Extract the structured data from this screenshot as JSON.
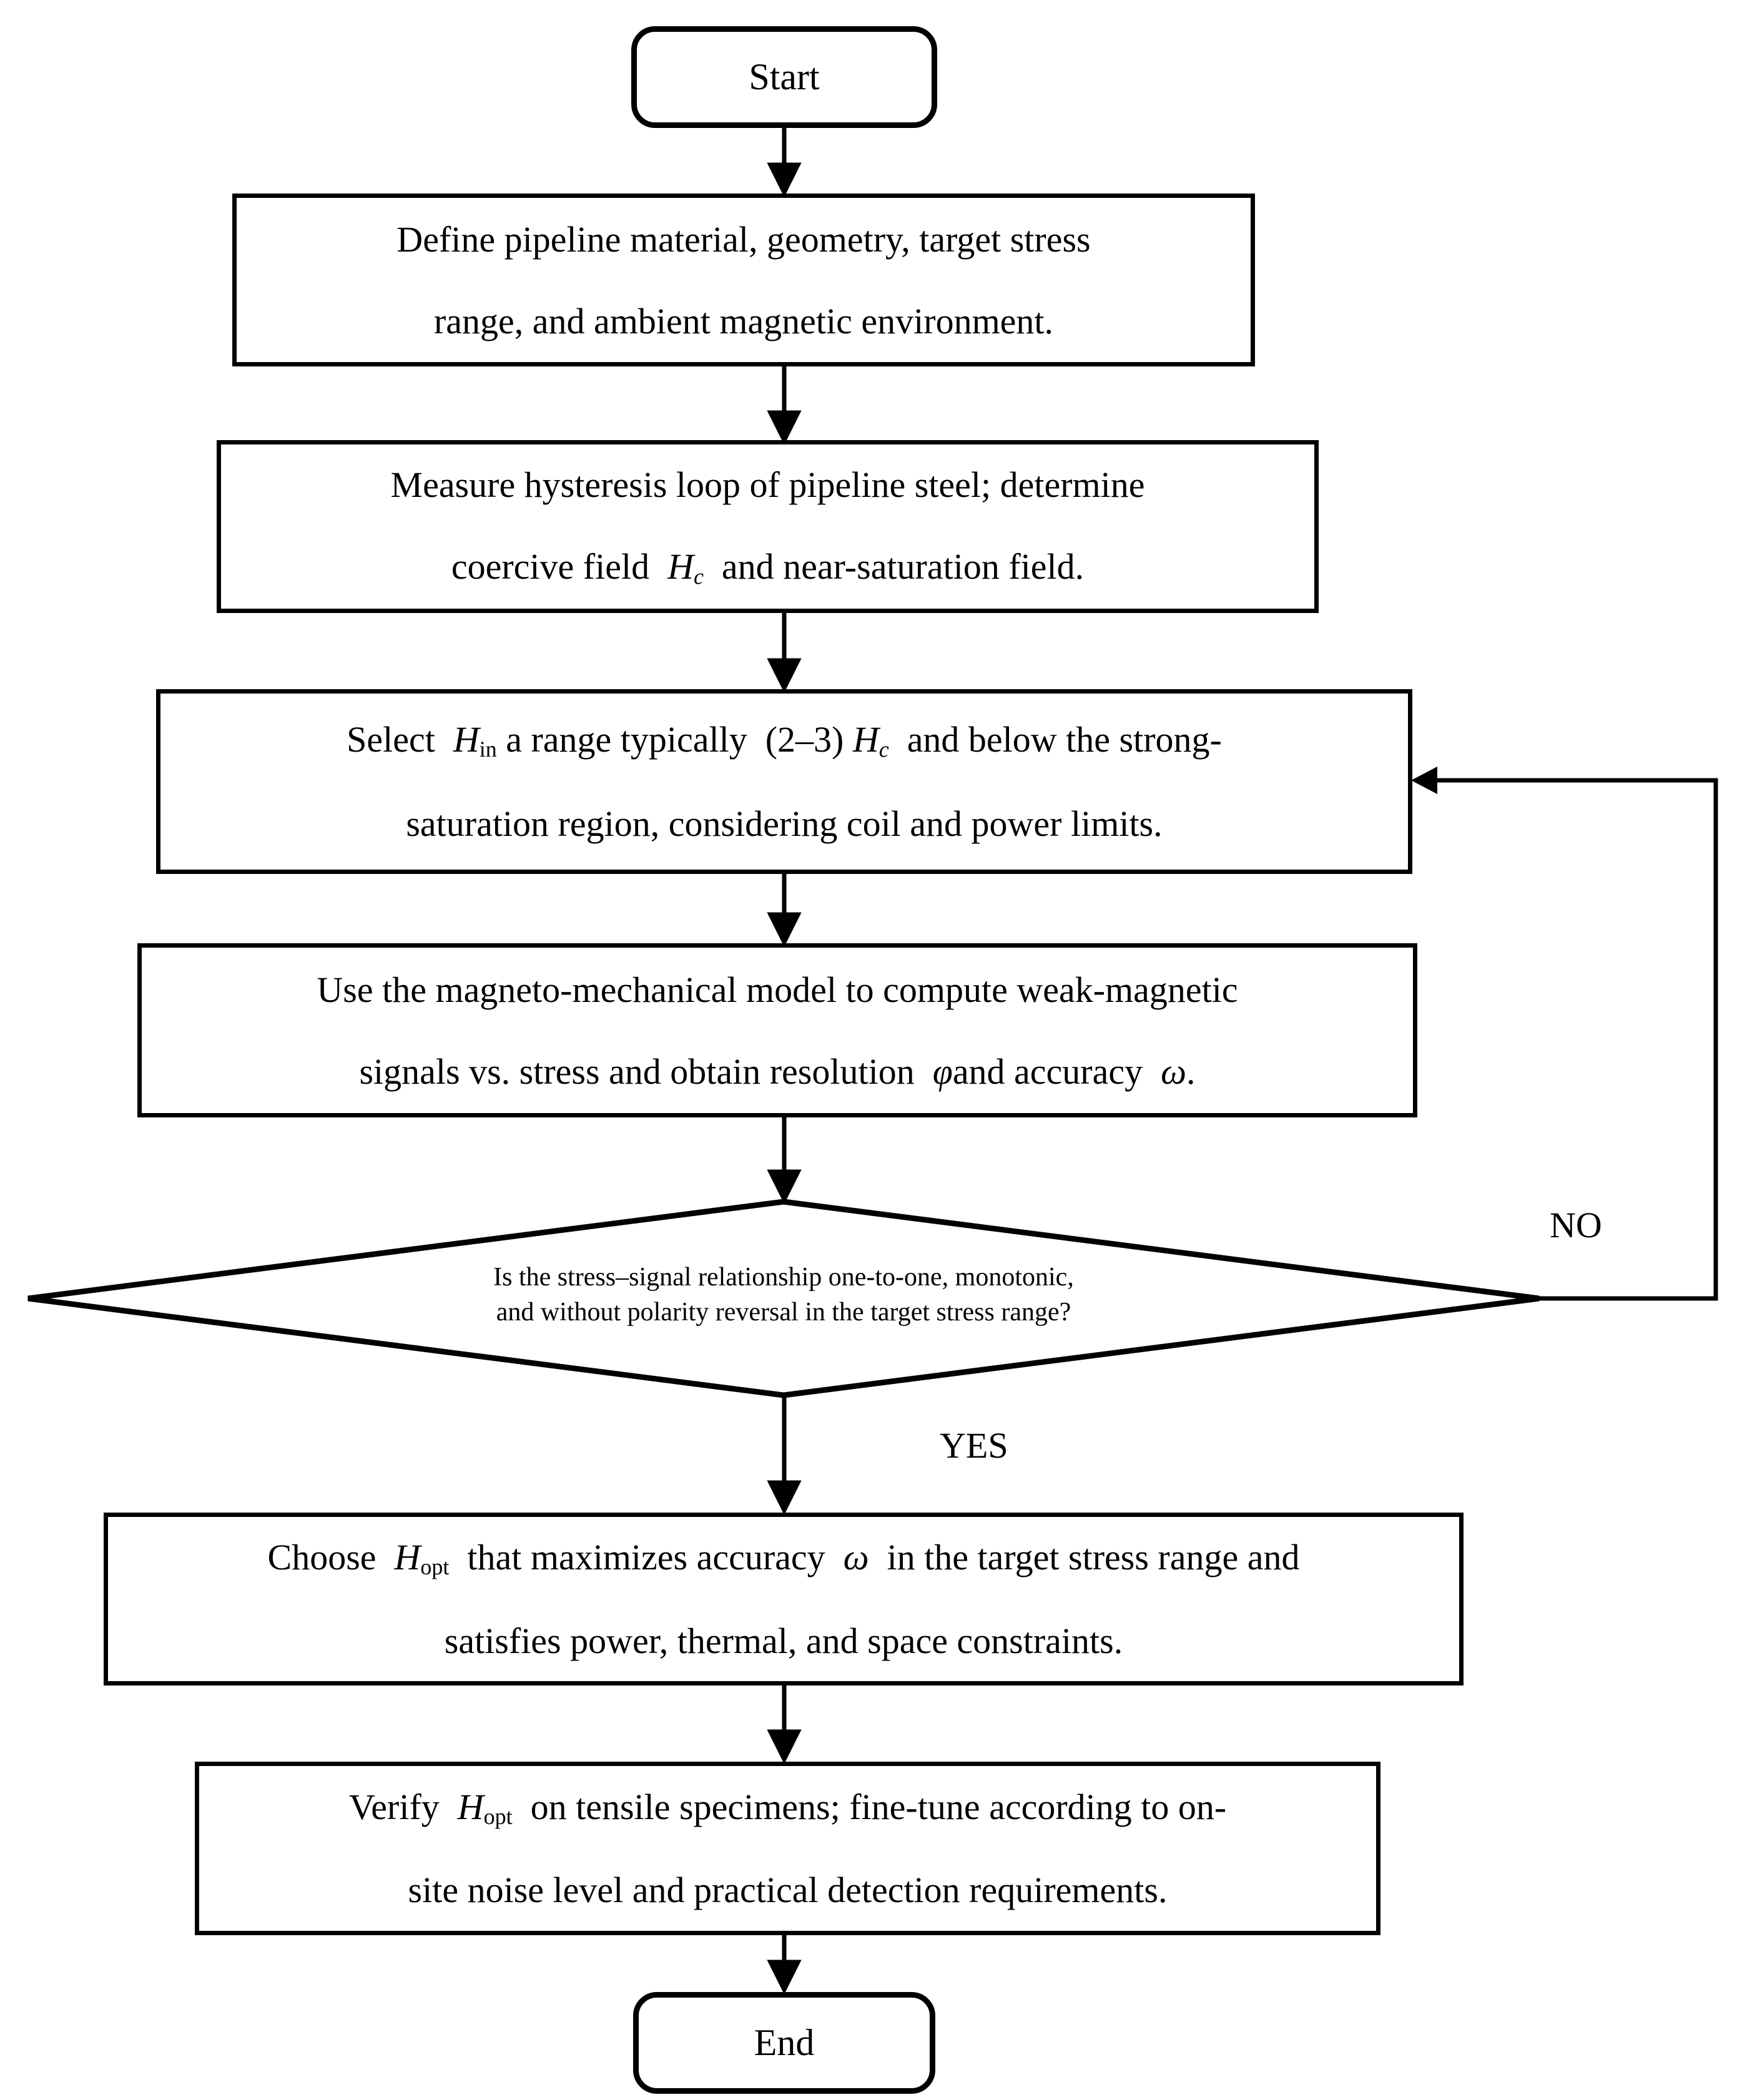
{
  "colors": {
    "ink": "#000000",
    "background": "#ffffff"
  },
  "nodes": {
    "start": {
      "type": "terminal",
      "label": "Start"
    },
    "define": {
      "type": "process",
      "lines": [
        [
          {
            "t": "Define pipeline material, geometry, target stress"
          }
        ],
        [
          {
            "t": "range, and ambient magnetic environment."
          }
        ]
      ]
    },
    "measure": {
      "type": "process",
      "lines": [
        [
          {
            "t": "Measure hysteresis loop of pipeline steel; determine"
          }
        ],
        [
          {
            "t": "coercive field  "
          },
          {
            "t": "H",
            "s": "i"
          },
          {
            "t": "c",
            "s": "isub"
          },
          {
            "t": "  and near-saturation field."
          }
        ]
      ]
    },
    "select": {
      "type": "process",
      "lines": [
        [
          {
            "t": "Select  "
          },
          {
            "t": "H",
            "s": "i"
          },
          {
            "t": "in",
            "s": "sub"
          },
          {
            "t": " a range typically  (2–3) "
          },
          {
            "t": "H",
            "s": "i"
          },
          {
            "t": "c",
            "s": "isub"
          },
          {
            "t": "  and below the strong-"
          }
        ],
        [
          {
            "t": "saturation region, considering coil and power limits."
          }
        ]
      ]
    },
    "use": {
      "type": "process",
      "lines": [
        [
          {
            "t": "Use the magneto-mechanical model to compute weak-magnetic"
          }
        ],
        [
          {
            "t": "signals vs. stress and obtain resolution  "
          },
          {
            "t": "φ",
            "s": "i"
          },
          {
            "t": "and accuracy  "
          },
          {
            "t": "ω",
            "s": "i"
          },
          {
            "t": "."
          }
        ]
      ]
    },
    "decision": {
      "type": "decision",
      "lines": [
        [
          {
            "t": "Is the stress–signal relationship one-to-one, monotonic,"
          }
        ],
        [
          {
            "t": "and without polarity reversal in the target stress range?"
          }
        ]
      ]
    },
    "choose": {
      "type": "process",
      "lines": [
        [
          {
            "t": "Choose  "
          },
          {
            "t": "H",
            "s": "i"
          },
          {
            "t": "opt",
            "s": "sub"
          },
          {
            "t": "  that maximizes accuracy  "
          },
          {
            "t": "ω",
            "s": "i"
          },
          {
            "t": "  in the target stress range and"
          }
        ],
        [
          {
            "t": "satisfies power, thermal, and space constraints."
          }
        ]
      ]
    },
    "verify": {
      "type": "process",
      "lines": [
        [
          {
            "t": "Verify  "
          },
          {
            "t": "H",
            "s": "i"
          },
          {
            "t": "opt",
            "s": "sub"
          },
          {
            "t": "  on tensile specimens; fine-tune according to on-"
          }
        ],
        [
          {
            "t": "site noise level and practical detection requirements."
          }
        ]
      ]
    },
    "end": {
      "type": "terminal",
      "label": "End"
    }
  },
  "branch_labels": {
    "yes": "YES",
    "no": "NO"
  },
  "edges": [
    {
      "from": "start",
      "to": "define"
    },
    {
      "from": "define",
      "to": "measure"
    },
    {
      "from": "measure",
      "to": "select"
    },
    {
      "from": "select",
      "to": "use"
    },
    {
      "from": "use",
      "to": "decision"
    },
    {
      "from": "decision",
      "to": "choose",
      "label": "YES"
    },
    {
      "from": "decision",
      "to": "select",
      "label": "NO"
    },
    {
      "from": "choose",
      "to": "verify"
    },
    {
      "from": "verify",
      "to": "end"
    }
  ]
}
